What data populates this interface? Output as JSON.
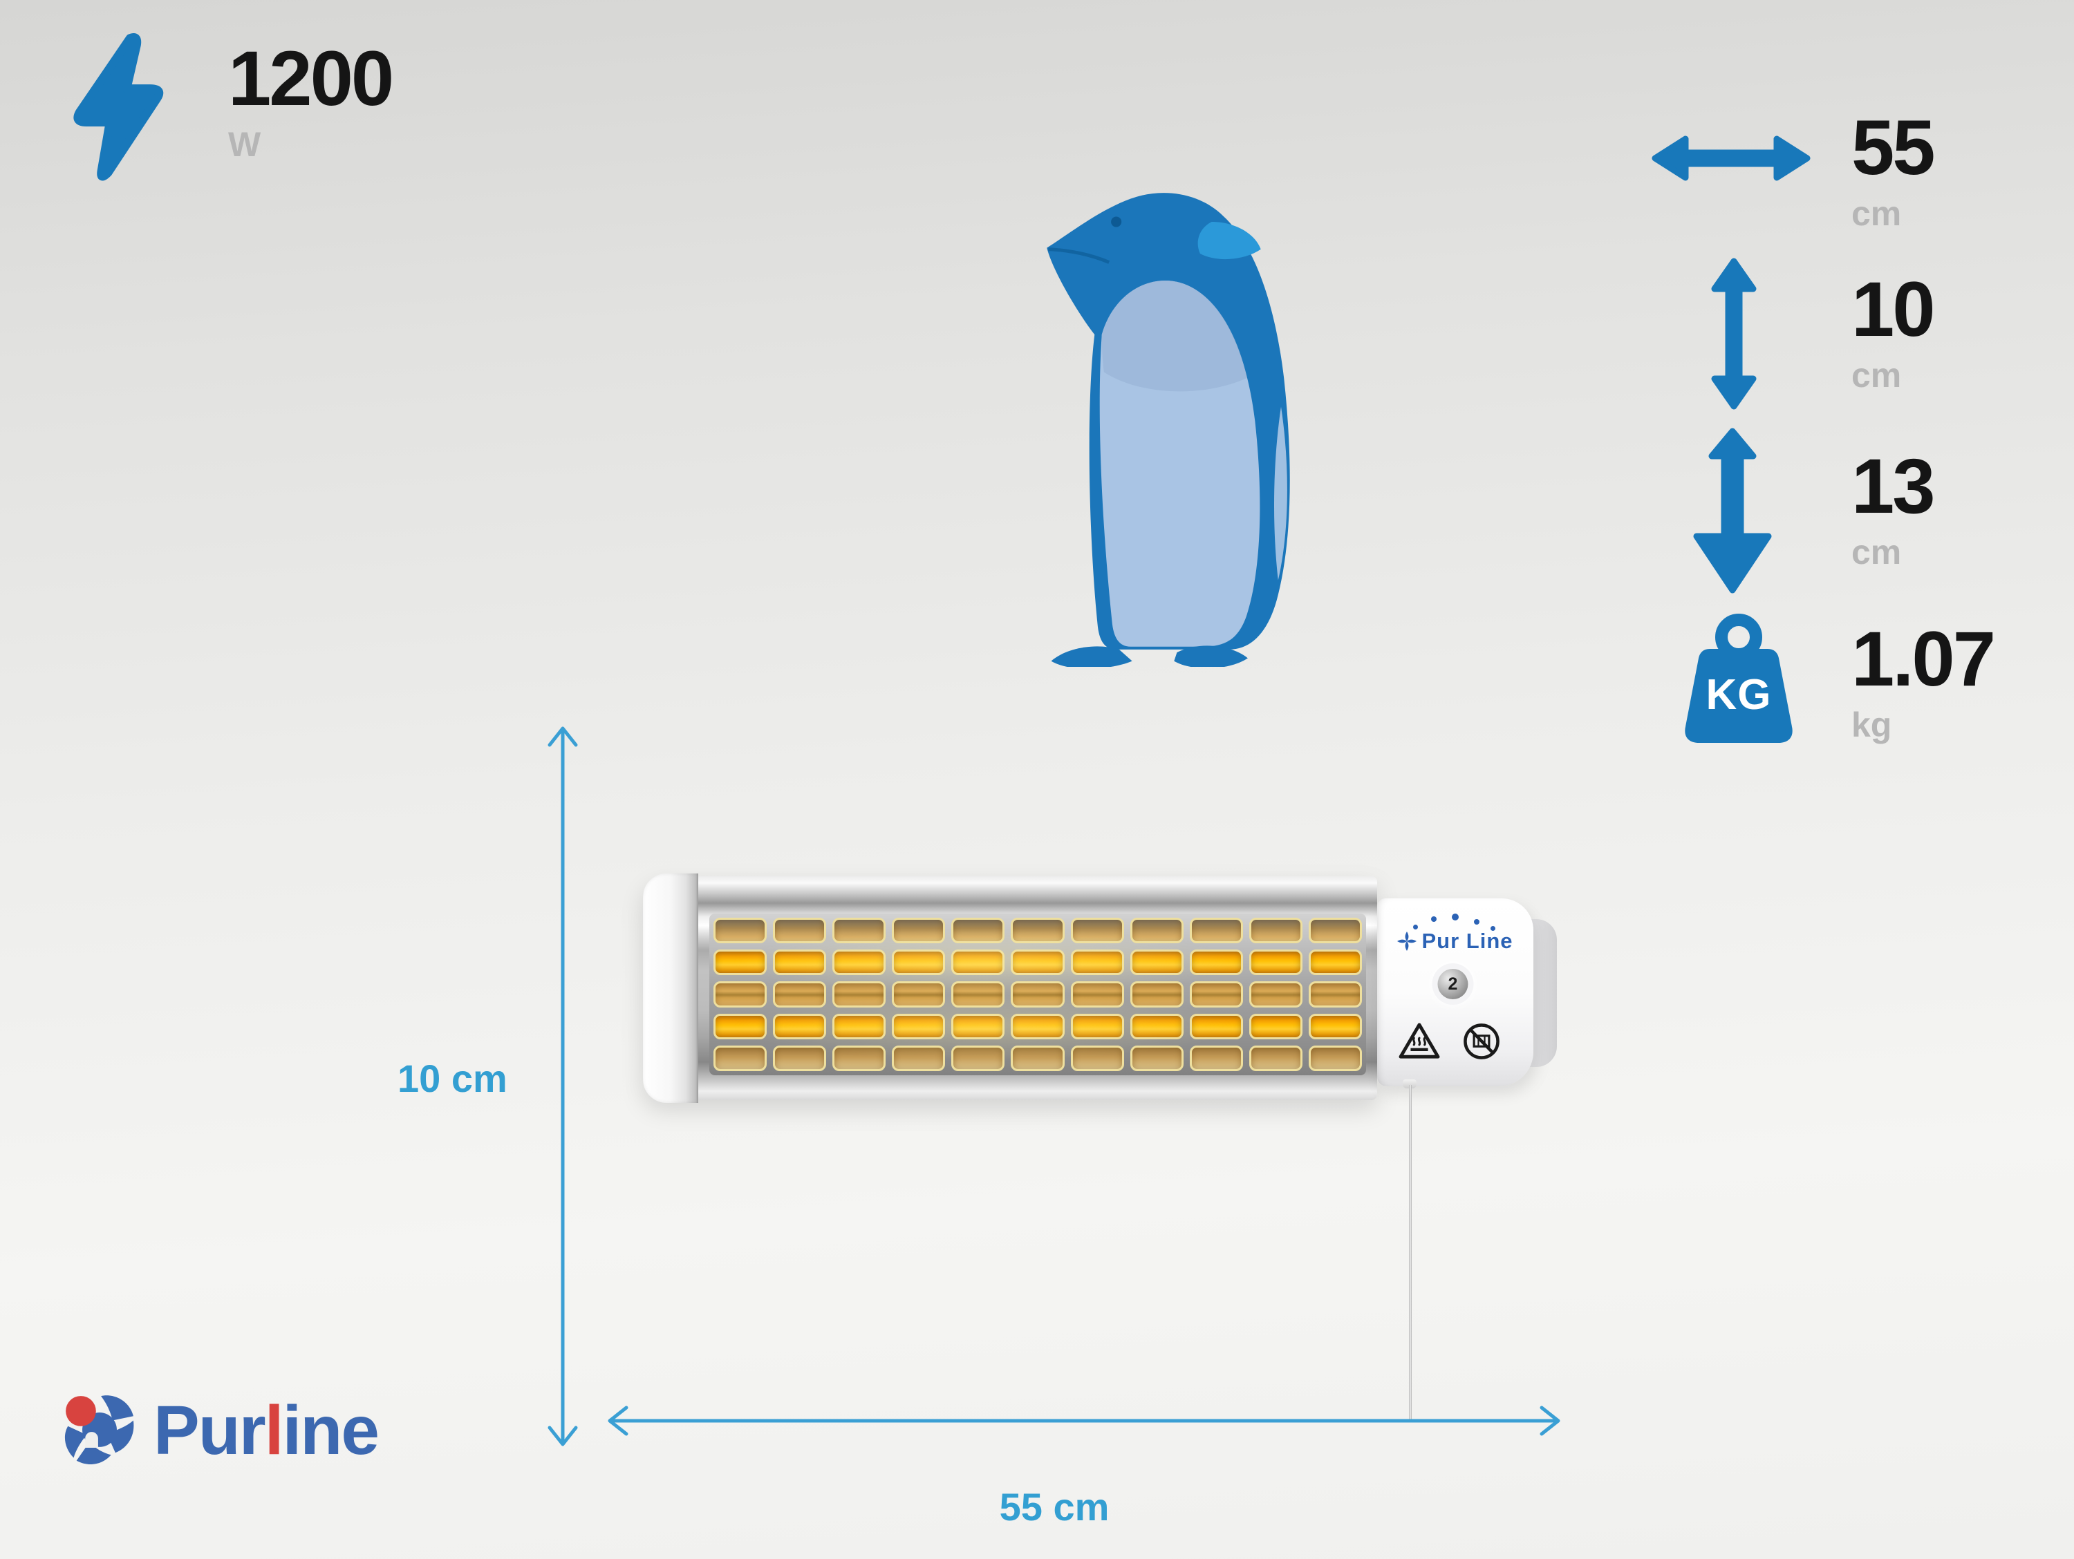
{
  "power": {
    "value": "1200",
    "unit": "W"
  },
  "specs": {
    "width": {
      "value": "55",
      "unit": "cm"
    },
    "height": {
      "value": "10",
      "unit": "cm"
    },
    "depth": {
      "value": "13",
      "unit": "cm"
    },
    "weight": {
      "value": "1.07",
      "unit": "kg"
    }
  },
  "weight_icon_label": "KG",
  "dimension_labels": {
    "height": "10 cm",
    "width": "55 cm"
  },
  "heater": {
    "brand_label": "Pur Line",
    "knob_label": "2"
  },
  "footer_logo": {
    "part1": "Pur",
    "accent": "l",
    "part2": "ine"
  },
  "colors": {
    "accent_blue": "#1878ba",
    "dimension_blue": "#3a9fd4",
    "logo_blue": "#3c68b0",
    "logo_red": "#d8433f",
    "penguin_dark": "#1b76ba",
    "penguin_belly": "#a9c4e4",
    "tube_glow": "#ffc107"
  }
}
